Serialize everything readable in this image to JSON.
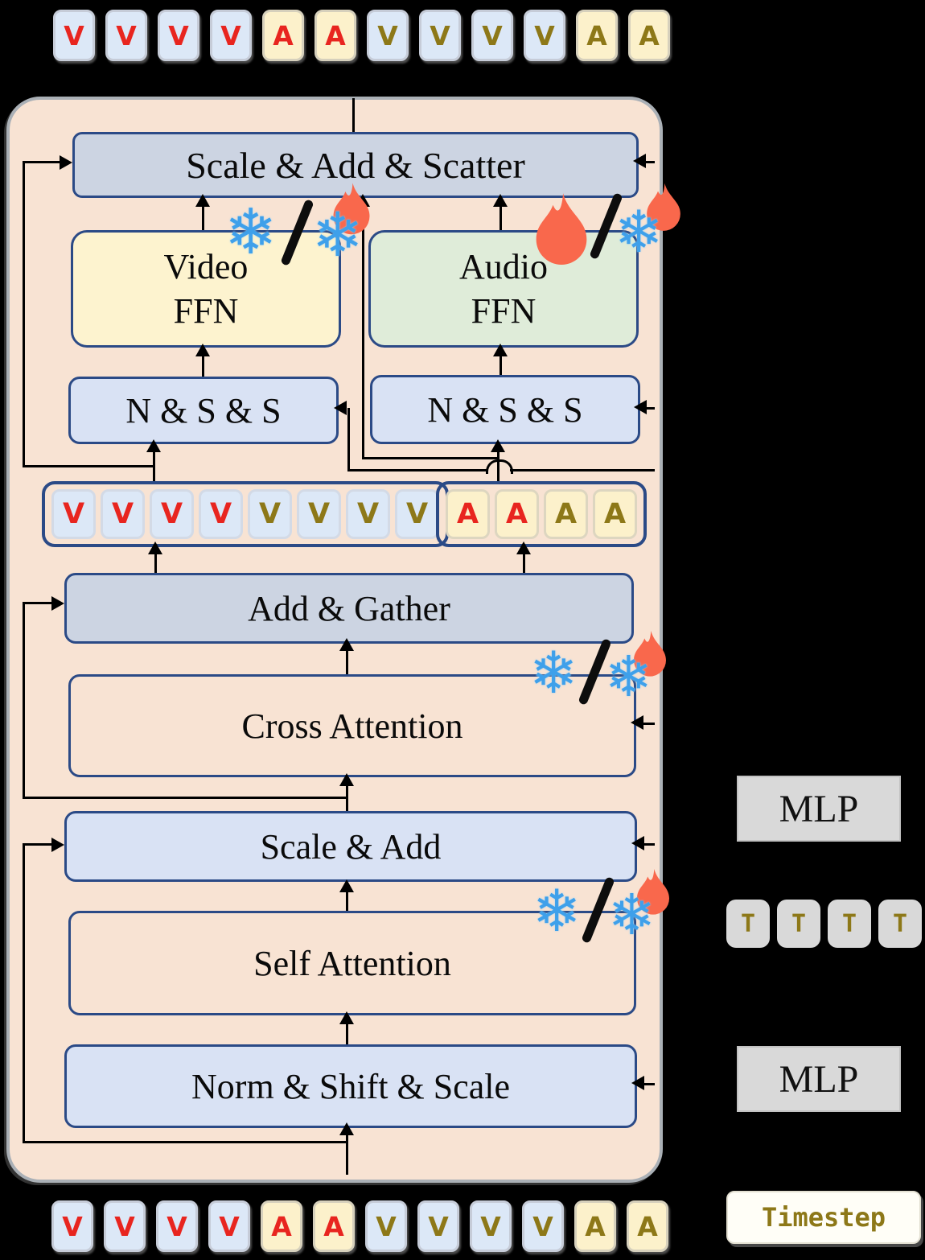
{
  "block": {
    "scale_add_scatter": "Scale & Add & Scatter",
    "video_ffn": {
      "line1": "Video",
      "line2": "FFN"
    },
    "audio_ffn": {
      "line1": "Audio",
      "line2": "FFN"
    },
    "nss_left": "N & S & S",
    "nss_right": "N & S & S",
    "add_gather": "Add & Gather",
    "cross_attention": "Cross Attention",
    "scale_add": "Scale & Add",
    "self_attention": "Self Attention",
    "norm_shift_scale": "Norm & Shift & Scale"
  },
  "side": {
    "mlp_top": "MLP",
    "mlp_bottom": "MLP",
    "timestep": "Timestep"
  },
  "icons": {
    "snowflake_glyph": "❄",
    "snowflake_meaning": "frozen",
    "flame_meaning": "trainable",
    "slash_meaning": "or"
  },
  "colors": {
    "red_token": "#e8251f",
    "olive_token": "#8d7818",
    "snowflake": "#3fa0ea",
    "flame": "#f9684c",
    "container": "#f8e3d3",
    "box_border": "#2b4a86",
    "box_blue": "#d9e2f4",
    "box_grayblue": "#ccd4e2",
    "ffn_yellow": "#fdf3cf",
    "ffn_green": "#dfecd9"
  },
  "rows": {
    "top": [
      {
        "letter": "V",
        "kind": "video",
        "accent": "red"
      },
      {
        "letter": "V",
        "kind": "video",
        "accent": "red"
      },
      {
        "letter": "V",
        "kind": "video",
        "accent": "red"
      },
      {
        "letter": "V",
        "kind": "video",
        "accent": "red"
      },
      {
        "letter": "A",
        "kind": "audio",
        "accent": "red"
      },
      {
        "letter": "A",
        "kind": "audio",
        "accent": "red"
      },
      {
        "letter": "V",
        "kind": "video",
        "accent": "olive"
      },
      {
        "letter": "V",
        "kind": "video",
        "accent": "olive"
      },
      {
        "letter": "V",
        "kind": "video",
        "accent": "olive"
      },
      {
        "letter": "V",
        "kind": "video",
        "accent": "olive"
      },
      {
        "letter": "A",
        "kind": "audio",
        "accent": "olive"
      },
      {
        "letter": "A",
        "kind": "audio",
        "accent": "olive"
      }
    ],
    "bottom": [
      {
        "letter": "V",
        "kind": "video",
        "accent": "red"
      },
      {
        "letter": "V",
        "kind": "video",
        "accent": "red"
      },
      {
        "letter": "V",
        "kind": "video",
        "accent": "red"
      },
      {
        "letter": "V",
        "kind": "video",
        "accent": "red"
      },
      {
        "letter": "A",
        "kind": "audio",
        "accent": "red"
      },
      {
        "letter": "A",
        "kind": "audio",
        "accent": "red"
      },
      {
        "letter": "V",
        "kind": "video",
        "accent": "olive"
      },
      {
        "letter": "V",
        "kind": "video",
        "accent": "olive"
      },
      {
        "letter": "V",
        "kind": "video",
        "accent": "olive"
      },
      {
        "letter": "V",
        "kind": "video",
        "accent": "olive"
      },
      {
        "letter": "A",
        "kind": "audio",
        "accent": "olive"
      },
      {
        "letter": "A",
        "kind": "audio",
        "accent": "olive"
      }
    ],
    "mid_video": [
      {
        "letter": "V",
        "kind": "video",
        "accent": "red"
      },
      {
        "letter": "V",
        "kind": "video",
        "accent": "red"
      },
      {
        "letter": "V",
        "kind": "video",
        "accent": "red"
      },
      {
        "letter": "V",
        "kind": "video",
        "accent": "red"
      },
      {
        "letter": "V",
        "kind": "video",
        "accent": "olive"
      },
      {
        "letter": "V",
        "kind": "video",
        "accent": "olive"
      },
      {
        "letter": "V",
        "kind": "video",
        "accent": "olive"
      },
      {
        "letter": "V",
        "kind": "video",
        "accent": "olive"
      }
    ],
    "mid_audio": [
      {
        "letter": "A",
        "kind": "audio",
        "accent": "red"
      },
      {
        "letter": "A",
        "kind": "audio",
        "accent": "red"
      },
      {
        "letter": "A",
        "kind": "audio",
        "accent": "olive"
      },
      {
        "letter": "A",
        "kind": "audio",
        "accent": "olive"
      }
    ],
    "t_tokens": [
      {
        "letter": "T"
      },
      {
        "letter": "T"
      },
      {
        "letter": "T"
      },
      {
        "letter": "T"
      }
    ]
  }
}
